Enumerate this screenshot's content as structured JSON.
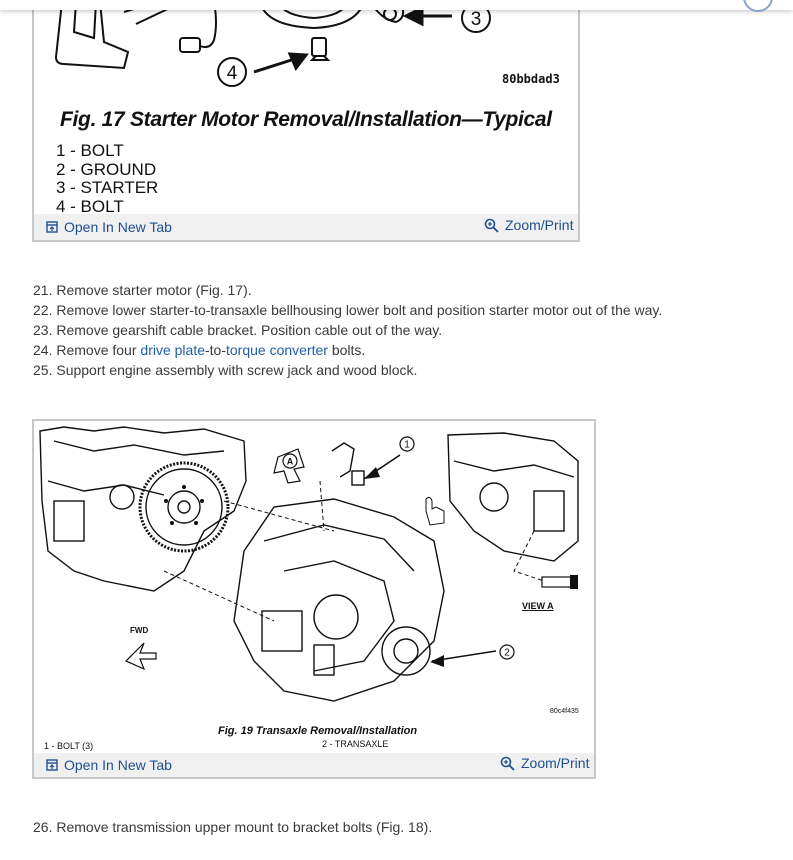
{
  "figure17": {
    "code": "80bbdad3",
    "callout_3": "3",
    "callout_4": "4",
    "title": "Fig. 17 Starter Motor Removal/Installation—Typical",
    "legend": [
      "1 - BOLT",
      "2 - GROUND",
      "3 - STARTER",
      "4 - BOLT"
    ],
    "open_tab": "Open In New Tab",
    "zoom": "Zoom/Print"
  },
  "steps_a": [
    {
      "num": "21.",
      "text": "Remove starter motor (Fig. 17)."
    },
    {
      "num": "22.",
      "text": "Remove lower starter-to-transaxle bellhousing lower bolt and position starter motor out of the way."
    },
    {
      "num": "23.",
      "text": "Remove gearshift cable bracket. Position cable out of the way."
    },
    {
      "num": "24.",
      "pre": "Remove four ",
      "link1": "drive plate",
      "mid": "-to-",
      "link2": "torque converter",
      "post": " bolts."
    },
    {
      "num": "25.",
      "text": "Support engine assembly with screw jack and wood block."
    }
  ],
  "figure19": {
    "callout_1": "1",
    "callout_2": "2",
    "callout_a": "A",
    "view_a": "VIEW A",
    "fwd": "FWD",
    "code": "80c4f435",
    "caption": "Fig. 19 Transaxle Removal/Installation",
    "legend_1": "1 - BOLT (3)",
    "legend_2": "2 - TRANSAXLE",
    "open_tab": "Open In New Tab",
    "zoom": "Zoom/Print"
  },
  "steps_b": [
    {
      "num": "26.",
      "text": "Remove transmission upper mount to bracket bolts (Fig. 18)."
    }
  ],
  "colors": {
    "link": "#1f5fa8",
    "border": "#c8c8c8",
    "footer": "#f0f0f0"
  }
}
